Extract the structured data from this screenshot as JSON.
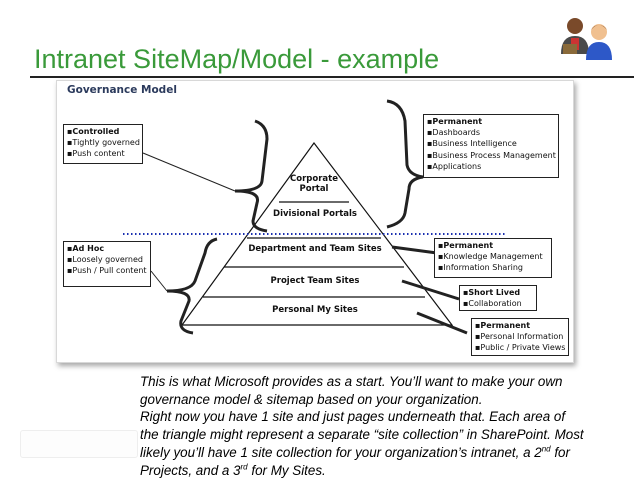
{
  "slide": {
    "title": "Intranet SiteMap/Model - example",
    "icon": "two-users-icon"
  },
  "diagram": {
    "heading": "Governance Model",
    "tiers": {
      "corporate_line1": "Corporate",
      "corporate_line2": "Portal",
      "divisional": "Divisional Portals",
      "department": "Department and Team Sites",
      "project": "Project Team Sites",
      "personal": "Personal My Sites"
    },
    "controlled_box": {
      "title": "Controlled",
      "items": [
        "Tightly governed",
        "Push content"
      ]
    },
    "adhoc_box": {
      "title": "Ad Hoc",
      "items": [
        "Loosely governed",
        "Push / Pull content"
      ]
    },
    "permanent_box_1": {
      "title": "Permanent",
      "items": [
        "Dashboards",
        "Business Intelligence",
        "Business Process Management",
        "Applications"
      ]
    },
    "permanent_box_2": {
      "title": "Permanent",
      "items": [
        "Knowledge Management",
        "Information Sharing"
      ]
    },
    "short_lived_box": {
      "title": "Short Lived",
      "items": [
        "Collaboration"
      ]
    },
    "permanent_box_3": {
      "title": "Permanent",
      "items": [
        "Personal Information",
        "Public / Private Views"
      ]
    },
    "bullet": "▪",
    "colors": {
      "divider_dots": "#1a2fb0",
      "title_green": "#3a9a3a"
    }
  },
  "caption": {
    "line1": "This is what Microsoft provides as a start.  You’ll want to make your own",
    "line2": "governance model & sitemap based on your organization.",
    "line3": " Right now you have 1 site and just pages underneath that.  Each area of",
    "line4": "the triangle might represent a separate “site collection” in SharePoint.  Most",
    "line5": "likely you’ll have 1 site collection for your organization’s intranet, a 2",
    "line5_sup": "nd",
    "line5_end": " for",
    "line6": "Projects, and a 3",
    "line6_sup": "rd",
    "line6_end": " for My Sites."
  }
}
